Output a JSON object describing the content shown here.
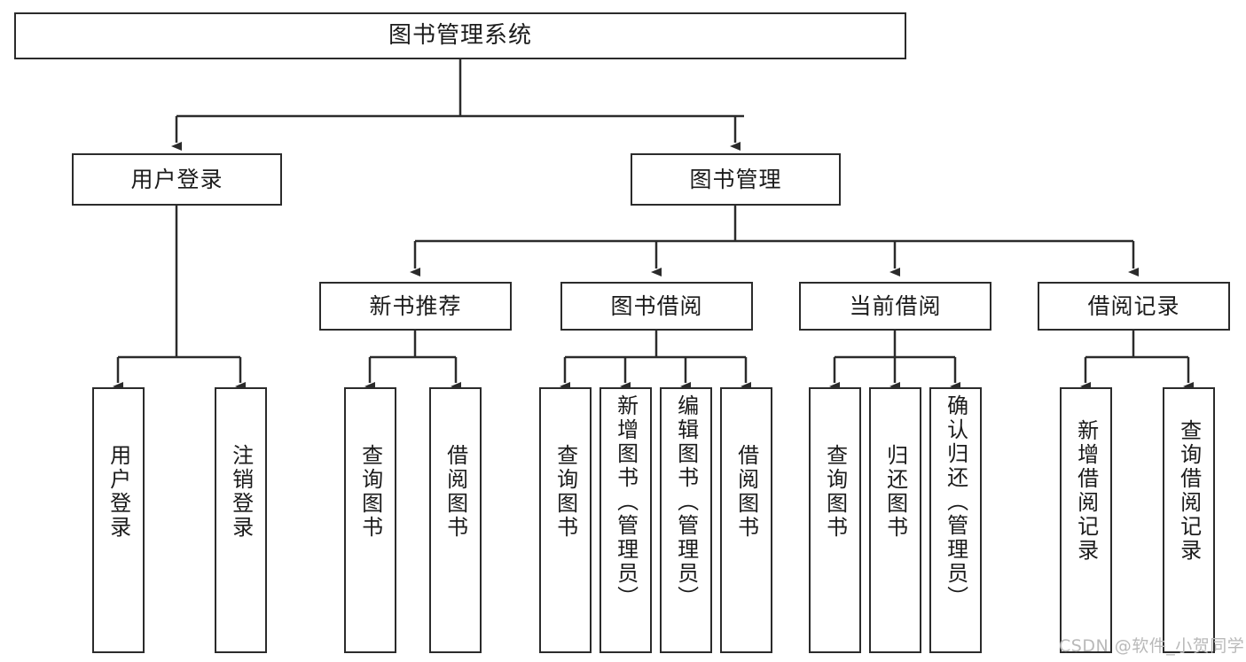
{
  "diagram": {
    "title": "图书管理系统",
    "type": "tree-hierarchy",
    "root": {
      "label": "图书管理系统"
    },
    "level2": [
      {
        "label": "用户登录"
      },
      {
        "label": "图书管理"
      }
    ],
    "level3": [
      {
        "label": "新书推荐"
      },
      {
        "label": "图书借阅"
      },
      {
        "label": "当前借阅"
      },
      {
        "label": "借阅记录"
      }
    ],
    "leaves": {
      "user_login": [
        {
          "label": "用户登录"
        },
        {
          "label": "注销登录"
        }
      ],
      "new_book_recommend": [
        {
          "label": "查询图书"
        },
        {
          "label": "借阅图书"
        }
      ],
      "book_borrow": [
        {
          "label": "查询图书"
        },
        {
          "label": "新增图书（管理员）"
        },
        {
          "label": "编辑图书（管理员）"
        },
        {
          "label": "借阅图书"
        }
      ],
      "current_borrow": [
        {
          "label": "查询图书"
        },
        {
          "label": "归还图书"
        },
        {
          "label": "确认归还（管理员）"
        }
      ],
      "borrow_record": [
        {
          "label": "新增借阅记录"
        },
        {
          "label": "查询借阅记录"
        }
      ]
    }
  },
  "watermark": {
    "text": "CSDN @软件_小贺同学"
  },
  "colors": {
    "box_border": "#2b2b2b",
    "box_fill": "#ffffff",
    "text": "#1b1b1b",
    "edge": "#2b2b2b",
    "watermark": "#b9b9b9",
    "background": "#ffffff"
  }
}
